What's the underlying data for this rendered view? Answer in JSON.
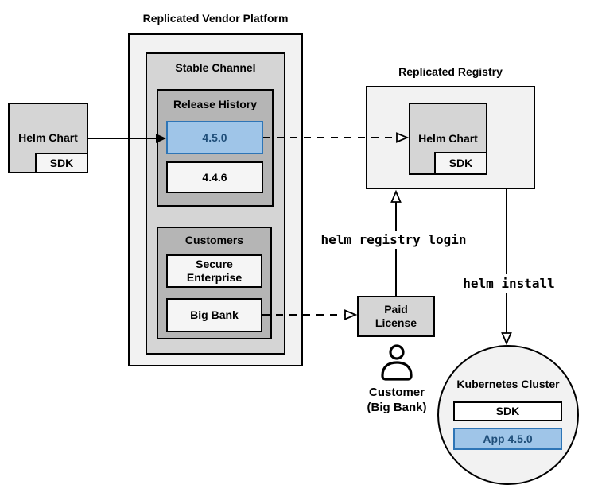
{
  "colors": {
    "canvas_bg": "#ffffff",
    "outer_fill": "#f2f2f2",
    "mid_fill": "#d5d5d5",
    "dark_fill": "#b5b5b5",
    "light_fill": "#f5f5f5",
    "white_fill": "#ffffff",
    "blue_fill": "#9fc5e8",
    "blue_border": "#2e75b6",
    "blue_text": "#1f4e79",
    "line_color": "#000000"
  },
  "vendor_platform": {
    "title": "Replicated Vendor Platform",
    "stable_channel_title": "Stable Channel",
    "release_history_title": "Release History",
    "release_current": "4.5.0",
    "release_previous": "4.4.6",
    "customers_title": "Customers",
    "customer_secure": "Secure Enterprise",
    "customer_bigbank": "Big Bank"
  },
  "source_chart": {
    "label": "Helm Chart",
    "sdk_label": "SDK"
  },
  "registry": {
    "title": "Replicated Registry",
    "helm_chart_label": "Helm Chart",
    "sdk_label": "SDK"
  },
  "license": {
    "label": "Paid License",
    "caption_line1": "Customer",
    "caption_line2": "(Big Bank)"
  },
  "commands": {
    "registry_login": "helm registry login",
    "install": "helm install"
  },
  "cluster": {
    "title": "Kubernetes Cluster",
    "sdk_label": "SDK",
    "app_label": "App 4.5.0"
  }
}
